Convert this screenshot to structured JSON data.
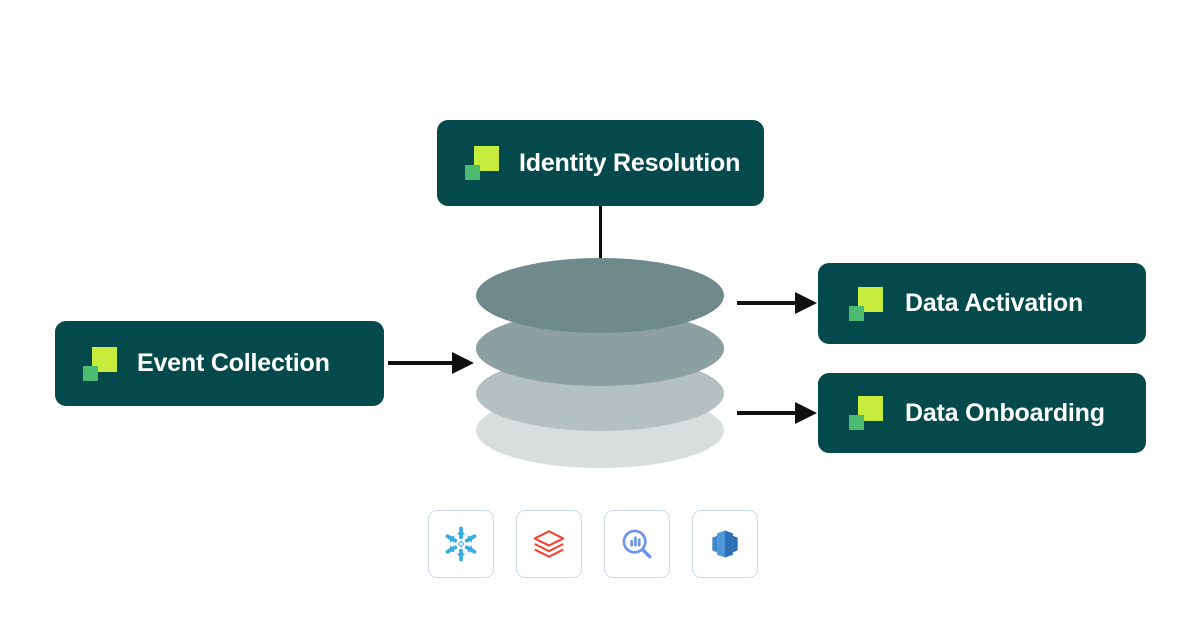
{
  "diagram": {
    "background_color": "#ffffff",
    "node_color": "#044a4d",
    "node_text_color": "#ffffff",
    "logo_primary_color": "#c8ec3c",
    "logo_secondary_color": "#4cbb6f",
    "arrow_color": "#101010"
  },
  "nodes": [
    {
      "id": "identity-resolution",
      "label": "Identity Resolution",
      "icon": "brand-square-logo"
    },
    {
      "id": "event-collection",
      "label": "Event Collection",
      "icon": "brand-square-logo"
    },
    {
      "id": "data-activation",
      "label": "Data Activation",
      "icon": "brand-square-logo"
    },
    {
      "id": "data-onboarding",
      "label": "Data Onboarding",
      "icon": "brand-square-logo"
    }
  ],
  "database_stack": {
    "name": "data-warehouse-stack",
    "layer_count": 4,
    "layer_colors": [
      "#6e8b8a",
      "#8ca0a1",
      "#b4c1c0",
      "#d7dedd"
    ]
  },
  "connectors": [
    {
      "id": "identity-to-warehouse",
      "type": "line",
      "from": "identity-resolution",
      "to": "data-warehouse-stack"
    },
    {
      "id": "event-to-warehouse",
      "type": "arrow",
      "from": "event-collection",
      "to": "data-warehouse-stack"
    },
    {
      "id": "warehouse-to-activation",
      "type": "arrow",
      "from": "data-warehouse-stack",
      "to": "data-activation"
    },
    {
      "id": "warehouse-to-onboarding",
      "type": "arrow",
      "from": "data-warehouse-stack",
      "to": "data-onboarding"
    }
  ],
  "warehouse_icons": [
    {
      "id": "snowflake",
      "name": "snowflake-icon",
      "color": "#36ace0"
    },
    {
      "id": "databricks",
      "name": "databricks-icon",
      "color": "#f5402c"
    },
    {
      "id": "bigquery",
      "name": "bigquery-icon",
      "color": "#6b93ed"
    },
    {
      "id": "redshift",
      "name": "redshift-icon",
      "color": "#2c6fb5"
    }
  ]
}
